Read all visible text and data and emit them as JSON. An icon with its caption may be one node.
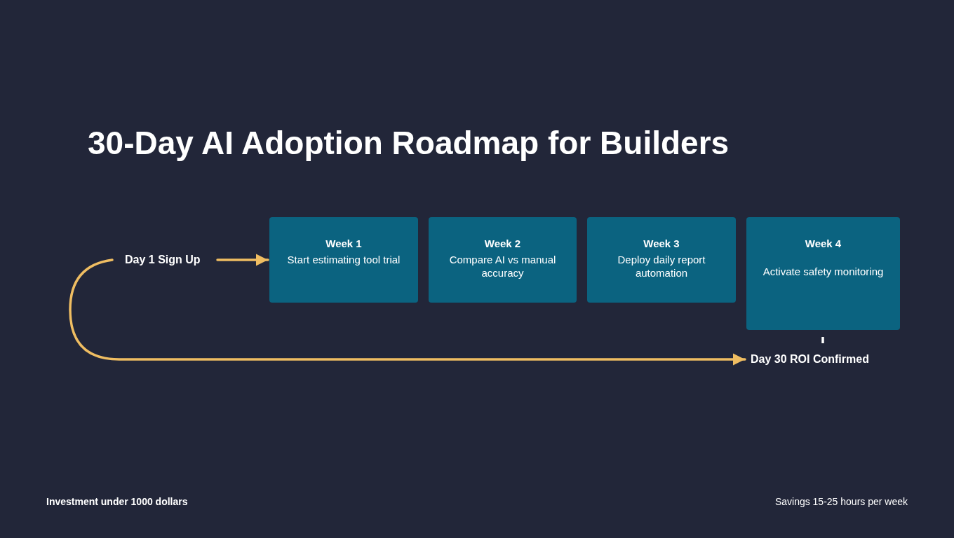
{
  "diagram": {
    "title": "30-Day AI Adoption Roadmap for Builders",
    "nodes": [
      {
        "text": [
          "Day 1 Sign Up"
        ]
      },
      {
        "text": [
          "Week 1",
          "Start estimating tool trial"
        ]
      },
      {
        "text": [
          "Week 2",
          "Compare AI vs manual accuracy"
        ]
      },
      {
        "text": [
          "Week 3",
          "Deploy daily report automation"
        ]
      },
      {
        "text": [
          "Week 4",
          "Activate safety monitoring"
        ]
      },
      {
        "text": [
          "Day 30 ROI Confirmed"
        ]
      }
    ],
    "edges": [
      {
        "from": 0,
        "to": 1,
        "arrow": "to"
      },
      {
        "from": 0,
        "to": 5,
        "arrow": "to"
      },
      {
        "from": 4,
        "to": 5,
        "arrow": "none",
        "color": "#ffffff"
      }
    ],
    "labels": [
      "Investment under 1000 dollars",
      "Savings 15-25 hours per week"
    ]
  }
}
